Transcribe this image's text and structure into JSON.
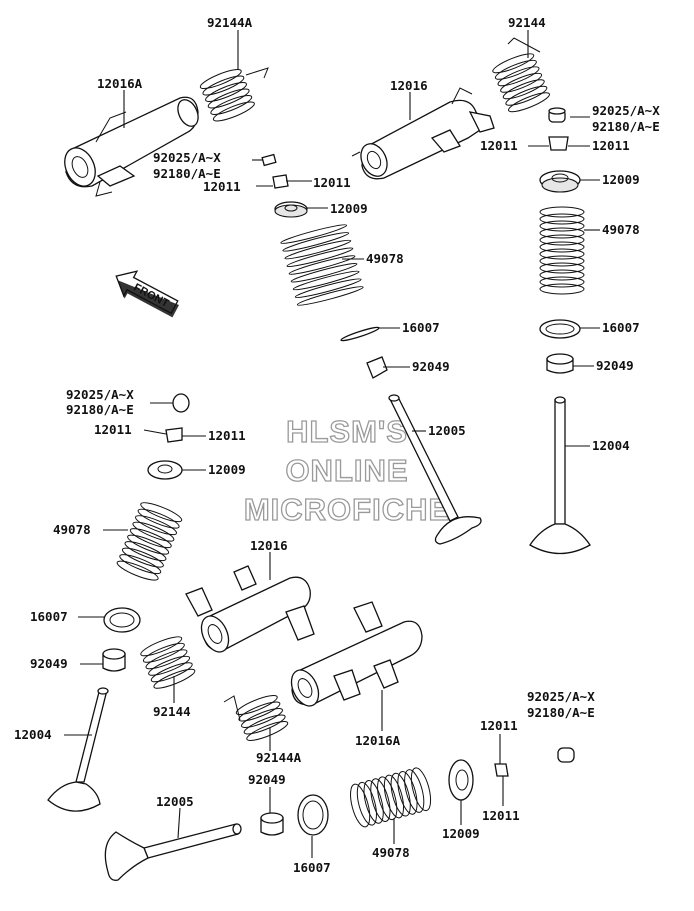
{
  "labels": {
    "l_92144A_top": "92144A",
    "l_12016A_top": "12016A",
    "l_92025_mid": "92025/A~X",
    "l_92180_mid": "92180/A~E",
    "l_12011_mid_l": "12011",
    "l_12011_mid_r": "12011",
    "l_12009_mid": "12009",
    "l_49078_mid": "49078",
    "l_16007_mid": "16007",
    "l_92049_mid": "92049",
    "l_12005_mid": "12005",
    "l_92144_top": "92144",
    "l_12016_top": "12016",
    "l_92025_right": "92025/A~X",
    "l_92180_right": "92180/A~E",
    "l_12011_right_l": "12011",
    "l_12011_right_r": "12011",
    "l_12009_right": "12009",
    "l_49078_right": "49078",
    "l_16007_right": "16007",
    "l_92049_right": "92049",
    "l_12004_right": "12004",
    "l_92025_left": "92025/A~X",
    "l_92180_left": "92180/A~E",
    "l_12011_left_l": "12011",
    "l_12011_left_r": "12011",
    "l_12009_left": "12009",
    "l_49078_left": "49078",
    "l_16007_left": "16007",
    "l_92049_left": "92049",
    "l_12004_left": "12004",
    "l_12016_bot": "12016",
    "l_92144_bot": "92144",
    "l_92144A_bot": "92144A",
    "l_12016A_bot": "12016A",
    "l_92049_bot": "92049",
    "l_12005_bot": "12005",
    "l_16007_bot": "16007",
    "l_49078_bot": "49078",
    "l_12009_bot": "12009",
    "l_12011_bot_t": "12011",
    "l_12011_bot_b": "12011",
    "l_92025_bot": "92025/A~X",
    "l_92180_bot": "92180/A~E"
  },
  "front_arrow": "FRONT",
  "watermark": [
    "HLSM'S",
    "ONLINE",
    "MICROFICHE"
  ]
}
